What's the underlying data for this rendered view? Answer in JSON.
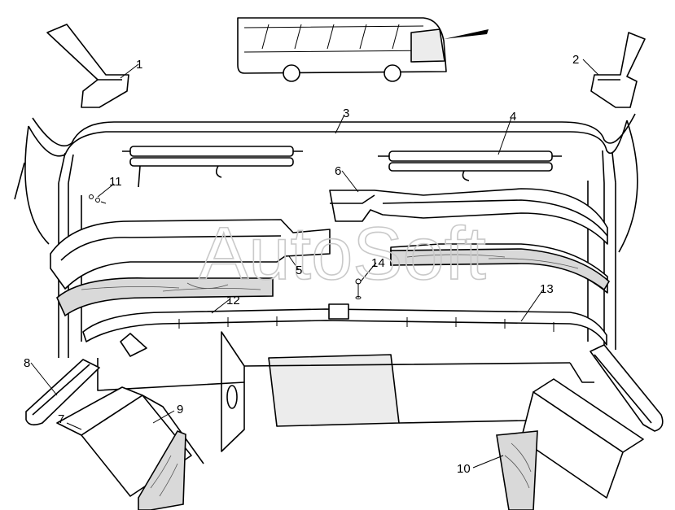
{
  "watermark": "AutoSoft",
  "callouts": [
    {
      "id": "1",
      "text": "1"
    },
    {
      "id": "2",
      "text": "2"
    },
    {
      "id": "3",
      "text": "3"
    },
    {
      "id": "4",
      "text": "4"
    },
    {
      "id": "5",
      "text": "5"
    },
    {
      "id": "6",
      "text": "6"
    },
    {
      "id": "7",
      "text": "7"
    },
    {
      "id": "8",
      "text": "8"
    },
    {
      "id": "9",
      "text": "9"
    },
    {
      "id": "10",
      "text": "10"
    },
    {
      "id": "11",
      "text": "11"
    },
    {
      "id": "12",
      "text": "12"
    },
    {
      "id": "13",
      "text": "13"
    },
    {
      "id": "14",
      "text": "14"
    }
  ]
}
